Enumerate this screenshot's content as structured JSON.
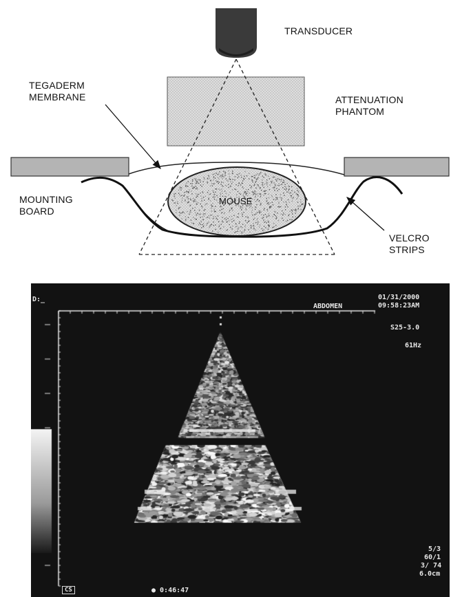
{
  "diagram": {
    "labels": {
      "transducer": "TRANSDUCER",
      "tegaderm_line1": "TEGADERM",
      "tegaderm_line2": "MEMBRANE",
      "attenuation_line1": "ATTENUATION",
      "attenuation_line2": "PHANTOM",
      "mouse": "MOUSE",
      "mounting_line1": "MOUNTING",
      "mounting_line2": "BOARD",
      "velcro_line1": "VELCRO",
      "velcro_line2": "STRIPS"
    }
  },
  "ultrasound": {
    "top_left": "D:_",
    "date": "01/31/2000",
    "preset": "ABDOMEN",
    "time": "09:58:23AM",
    "probe": "S25-3.0",
    "frame_rate": "61Hz",
    "params_line1": "5/3",
    "params_line2": "60/1",
    "params_line3": "3/ 74",
    "depth": "6.0cm",
    "logo": "CS",
    "timer": "● 0:46:47"
  }
}
